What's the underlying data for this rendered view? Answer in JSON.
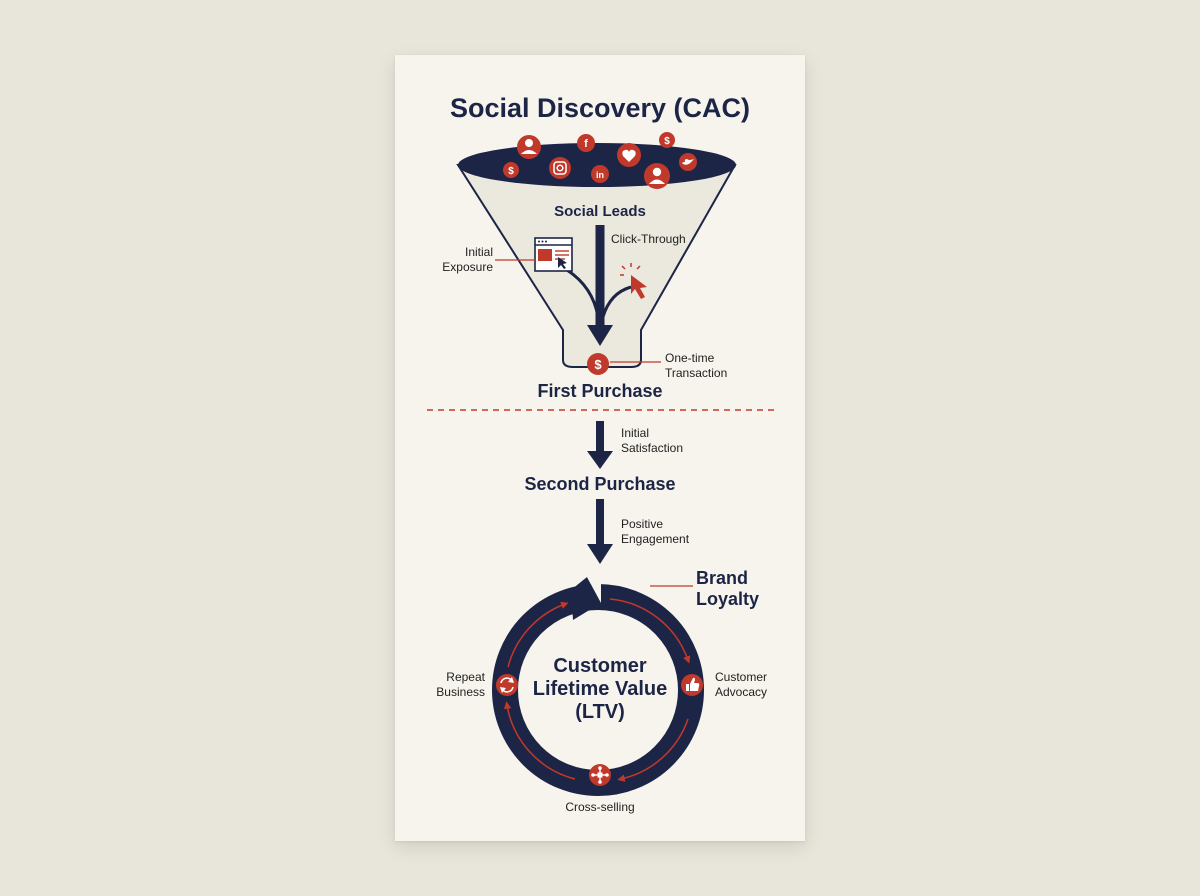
{
  "title": "Social Discovery (CAC)",
  "funnel": {
    "stage_label": "Social Leads",
    "initial_exposure": [
      "Initial",
      "Exposure"
    ],
    "click_through": "Click-Through",
    "one_time": [
      "One-time",
      "Transaction"
    ]
  },
  "stages": {
    "first_purchase": "First Purchase",
    "initial_satisfaction": [
      "Initial",
      "Satisfaction"
    ],
    "second_purchase": "Second Purchase",
    "positive_engagement": [
      "Positive",
      "Engagement"
    ]
  },
  "loyalty": {
    "brand_loyalty": [
      "Brand",
      "Loyalty"
    ],
    "center": [
      "Customer",
      "Lifetime Value",
      "(LTV)"
    ],
    "repeat_business": [
      "Repeat",
      "Business"
    ],
    "customer_advocacy": [
      "Customer",
      "Advocacy"
    ],
    "cross_selling": "Cross-selling"
  },
  "icons": {
    "social": [
      "user-icon",
      "facebook-icon",
      "dollar-icon",
      "instagram-icon",
      "linkedin-icon",
      "heart-icon",
      "user-icon",
      "twitter-icon",
      "dollar-icon"
    ],
    "exposure": "browser-window-icon",
    "click": "cursor-click-icon",
    "purchase": "dollar-icon",
    "repeat": "refresh-icon",
    "advocacy": "thumbs-up-icon",
    "cross_sell": "network-icon"
  },
  "colors": {
    "navy": "#1d2547",
    "red": "#c0392b",
    "paper": "#f6f4ec",
    "background": "#e8e5da"
  }
}
